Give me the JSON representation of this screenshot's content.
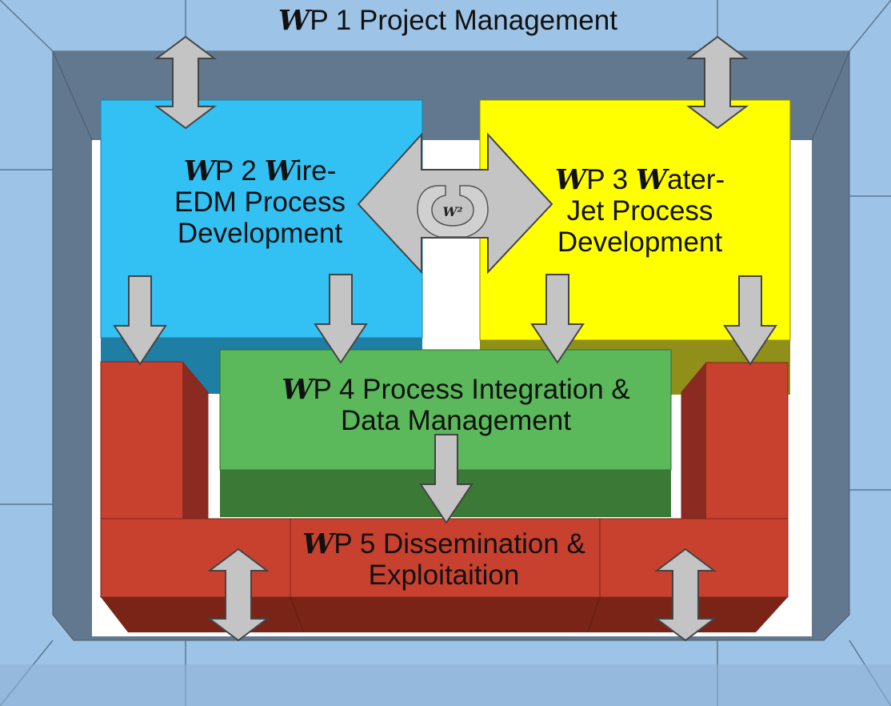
{
  "wp1": {
    "logo_letter": "W",
    "text": "P 1 Project Management"
  },
  "wp2": {
    "logo_letter": "W",
    "line1_a": "P 2 ",
    "line1_w": "W",
    "line1_b": "ire-",
    "line2": "EDM Process",
    "line3": "Development"
  },
  "wp3": {
    "logo_letter": "W",
    "line1_a": "P 3 ",
    "line1_w": "W",
    "line1_b": "ater-",
    "line2": "Jet Process",
    "line3": "Development"
  },
  "wp4": {
    "logo_letter": "W",
    "line1": "P 4 Process Integration &",
    "line2": "Data Management"
  },
  "wp5": {
    "logo_letter": "W",
    "line1": "P 5 Dissemination &",
    "line2": "Exploitaition"
  },
  "center_logo": {
    "text": "W²"
  },
  "colors": {
    "wp1_frame": "#9dc3e6",
    "wp1_inner": "#62788f",
    "wp2": "#33c1f4",
    "wp3": "#ffff00",
    "wp4": "#5bb85b",
    "wp5": "#c8412f",
    "arrow": "#c4c4c4"
  }
}
